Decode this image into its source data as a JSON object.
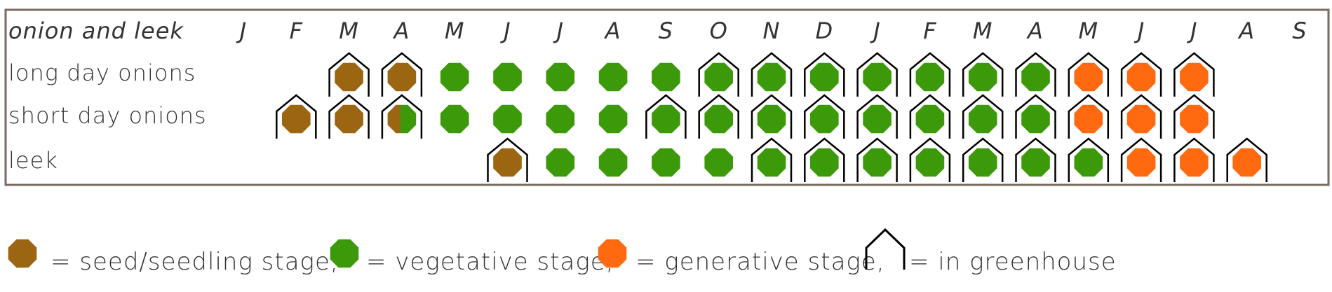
{
  "diagram": {
    "title": "onion and leek",
    "months": [
      "J",
      "F",
      "M",
      "A",
      "M",
      "J",
      "J",
      "A",
      "S",
      "O",
      "N",
      "D",
      "J",
      "F",
      "M",
      "A",
      "M",
      "J",
      "J",
      "A",
      "S"
    ],
    "colors": {
      "seed": "#9b6512",
      "veg": "#3c9a0a",
      "gen": "#ff6a10",
      "greenhouse_outline": "#000000",
      "frame": "#7a6a60"
    },
    "rows": [
      {
        "label": "long day onions",
        "cells": [
          {
            "month_index": 2,
            "stage": "seed",
            "greenhouse": true
          },
          {
            "month_index": 3,
            "stage": "seed",
            "greenhouse": true
          },
          {
            "month_index": 4,
            "stage": "veg",
            "greenhouse": false
          },
          {
            "month_index": 5,
            "stage": "veg",
            "greenhouse": false
          },
          {
            "month_index": 6,
            "stage": "veg",
            "greenhouse": false
          },
          {
            "month_index": 7,
            "stage": "veg",
            "greenhouse": false
          },
          {
            "month_index": 8,
            "stage": "veg",
            "greenhouse": false
          },
          {
            "month_index": 9,
            "stage": "veg",
            "greenhouse": true
          },
          {
            "month_index": 10,
            "stage": "veg",
            "greenhouse": true
          },
          {
            "month_index": 11,
            "stage": "veg",
            "greenhouse": true
          },
          {
            "month_index": 12,
            "stage": "veg",
            "greenhouse": true
          },
          {
            "month_index": 13,
            "stage": "veg",
            "greenhouse": true
          },
          {
            "month_index": 14,
            "stage": "veg",
            "greenhouse": true
          },
          {
            "month_index": 15,
            "stage": "veg",
            "greenhouse": true
          },
          {
            "month_index": 16,
            "stage": "gen",
            "greenhouse": true
          },
          {
            "month_index": 17,
            "stage": "gen",
            "greenhouse": true
          },
          {
            "month_index": 18,
            "stage": "gen",
            "greenhouse": true
          }
        ]
      },
      {
        "label": "short day onions",
        "cells": [
          {
            "month_index": 1,
            "stage": "seed",
            "greenhouse": true
          },
          {
            "month_index": 2,
            "stage": "seed",
            "greenhouse": true
          },
          {
            "month_index": 3,
            "stage": "seed-veg",
            "greenhouse": true
          },
          {
            "month_index": 4,
            "stage": "veg",
            "greenhouse": false
          },
          {
            "month_index": 5,
            "stage": "veg",
            "greenhouse": false
          },
          {
            "month_index": 6,
            "stage": "veg",
            "greenhouse": false
          },
          {
            "month_index": 7,
            "stage": "veg",
            "greenhouse": false
          },
          {
            "month_index": 8,
            "stage": "veg",
            "greenhouse": true
          },
          {
            "month_index": 9,
            "stage": "veg",
            "greenhouse": true
          },
          {
            "month_index": 10,
            "stage": "veg",
            "greenhouse": true
          },
          {
            "month_index": 11,
            "stage": "veg",
            "greenhouse": true
          },
          {
            "month_index": 12,
            "stage": "veg",
            "greenhouse": true
          },
          {
            "month_index": 13,
            "stage": "veg",
            "greenhouse": true
          },
          {
            "month_index": 14,
            "stage": "veg",
            "greenhouse": true
          },
          {
            "month_index": 15,
            "stage": "veg",
            "greenhouse": true
          },
          {
            "month_index": 16,
            "stage": "gen",
            "greenhouse": true
          },
          {
            "month_index": 17,
            "stage": "gen",
            "greenhouse": true
          },
          {
            "month_index": 18,
            "stage": "gen",
            "greenhouse": true
          }
        ]
      },
      {
        "label": "leek",
        "cells": [
          {
            "month_index": 5,
            "stage": "seed",
            "greenhouse": true
          },
          {
            "month_index": 6,
            "stage": "veg",
            "greenhouse": false
          },
          {
            "month_index": 7,
            "stage": "veg",
            "greenhouse": false
          },
          {
            "month_index": 8,
            "stage": "veg",
            "greenhouse": false
          },
          {
            "month_index": 9,
            "stage": "veg",
            "greenhouse": false
          },
          {
            "month_index": 10,
            "stage": "veg",
            "greenhouse": true
          },
          {
            "month_index": 11,
            "stage": "veg",
            "greenhouse": true
          },
          {
            "month_index": 12,
            "stage": "veg",
            "greenhouse": true
          },
          {
            "month_index": 13,
            "stage": "veg",
            "greenhouse": true
          },
          {
            "month_index": 14,
            "stage": "veg",
            "greenhouse": true
          },
          {
            "month_index": 15,
            "stage": "veg",
            "greenhouse": true
          },
          {
            "month_index": 16,
            "stage": "veg",
            "greenhouse": true
          },
          {
            "month_index": 17,
            "stage": "gen",
            "greenhouse": true
          },
          {
            "month_index": 18,
            "stage": "gen",
            "greenhouse": true
          },
          {
            "month_index": 19,
            "stage": "gen",
            "greenhouse": true
          }
        ]
      }
    ]
  },
  "legend": {
    "seed_label": "= seed/seedling stage,",
    "veg_label": "= vegetative stage,",
    "gen_label": "= generative stage,",
    "greenhouse_label": "= in greenhouse"
  }
}
